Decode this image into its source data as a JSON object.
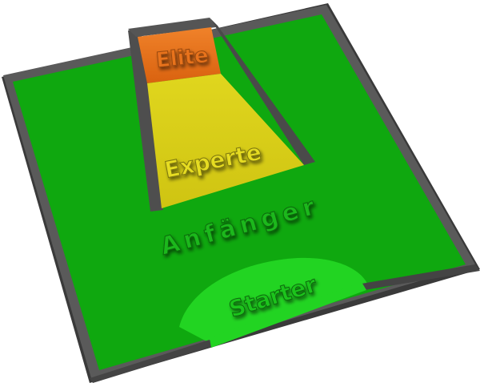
{
  "zones": {
    "elite": {
      "label": "Elite",
      "color": "#e8731c"
    },
    "experte": {
      "label": "Experte",
      "color": "#d9cf1a"
    },
    "anfaenger": {
      "label": "Anfänger",
      "color": "#0fa80f"
    },
    "starter": {
      "label": "Starter",
      "color": "#22d422"
    }
  },
  "colors": {
    "wall": "#555555",
    "wall_dark": "#2e2e2e",
    "board": "#0fa80f"
  }
}
